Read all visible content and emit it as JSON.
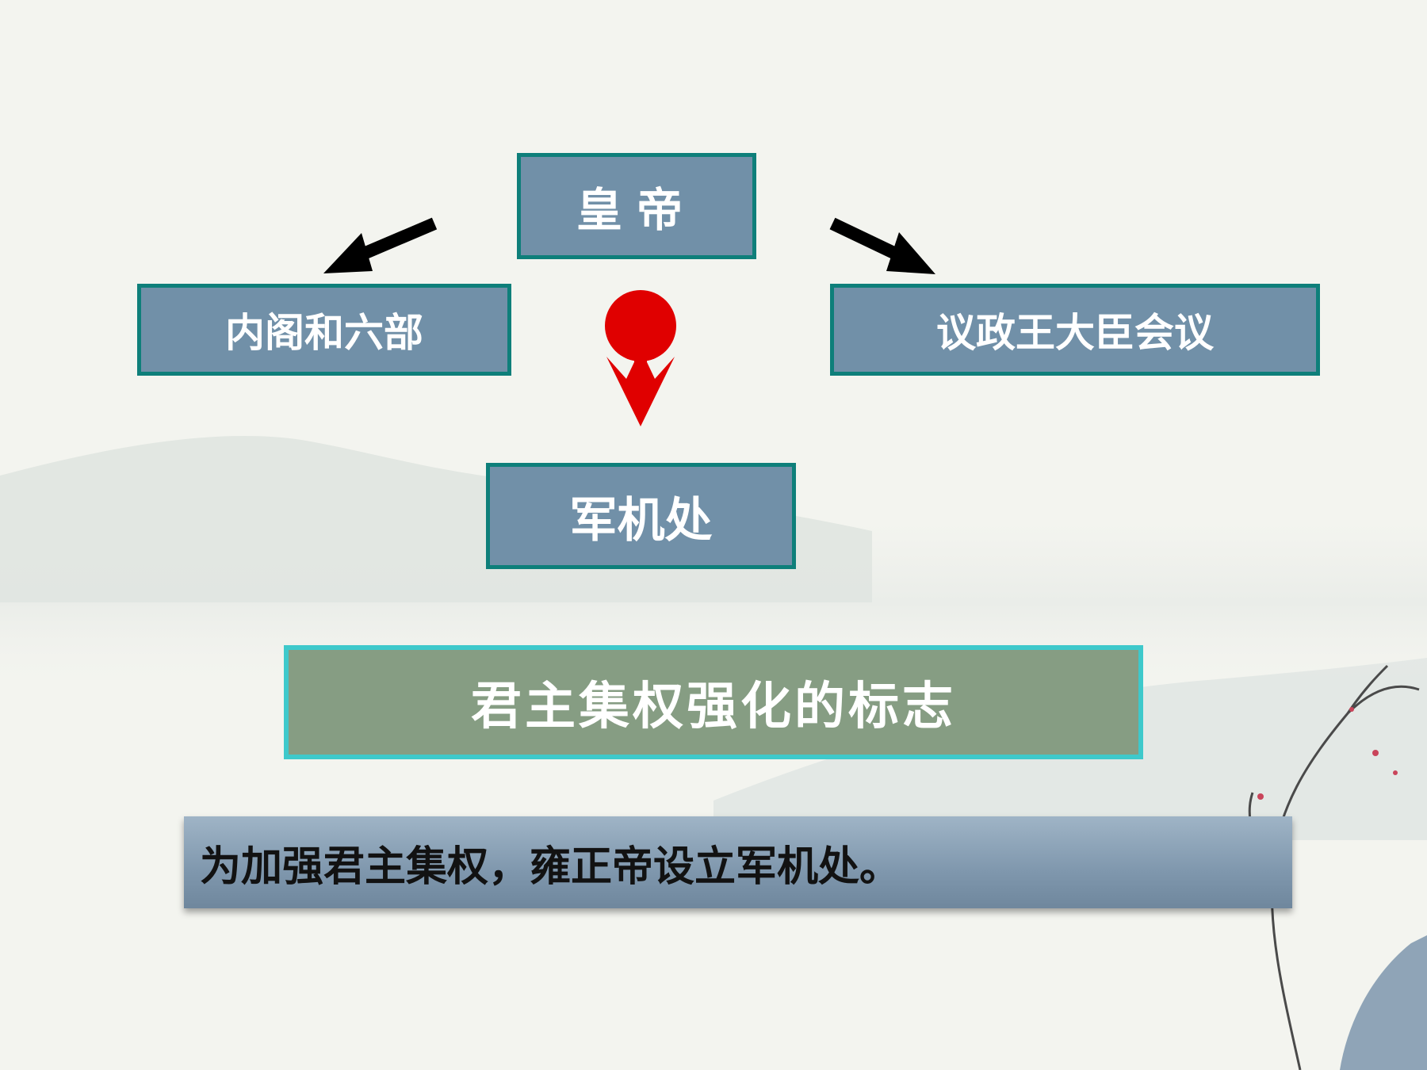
{
  "diagram": {
    "emperor": "皇帝",
    "left_branch": "内阁和六部",
    "right_branch": "议政王大臣会议",
    "center_branch": "军机处",
    "conclusion": "君主集权强化的标志",
    "note": "为加强君主集权，雍正帝设立军机处。"
  },
  "colors": {
    "node_fill": "#7190a8",
    "node_border": "#0e7f7a",
    "conclusion_fill": "#869d83",
    "conclusion_border": "#3ec9cb",
    "arrow_side": "#000000",
    "arrow_center": "#e00000"
  }
}
